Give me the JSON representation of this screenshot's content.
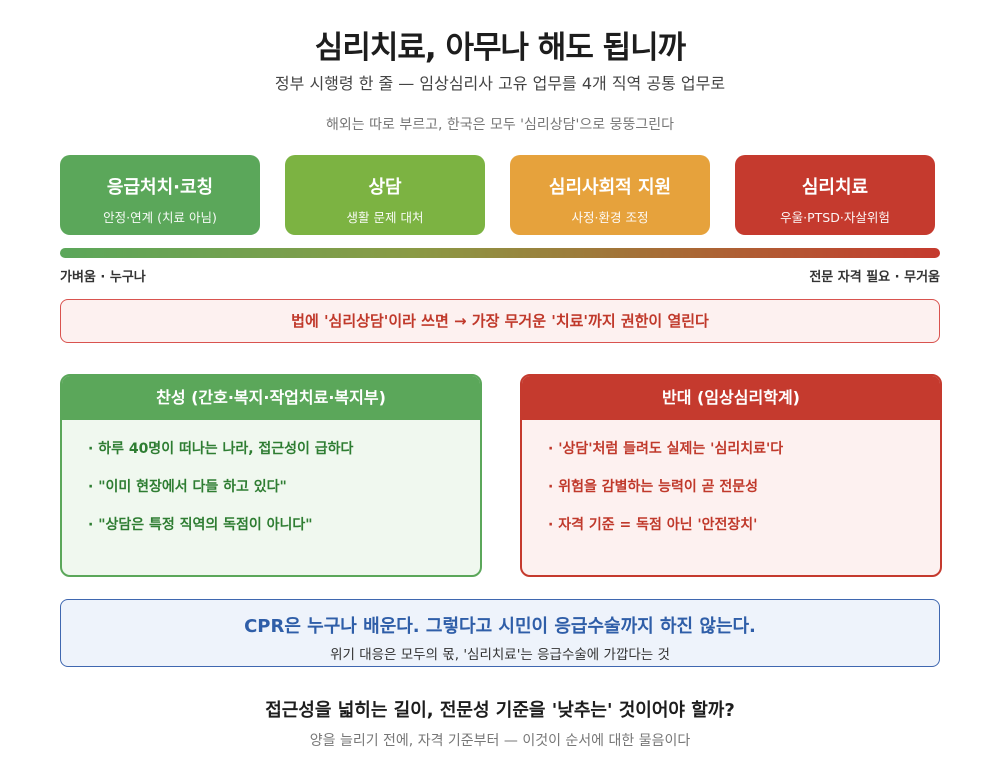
{
  "header": {
    "title": "심리치료, 아무나 해도 됩니까",
    "subtitle": "정부 시행령 한 줄 — 임상심리사 고유 업무를 4개 직역 공통 업무로",
    "note": "해외는 따로 부르고, 한국은 모두 '심리상담'으로 뭉뚱그린다"
  },
  "spectrum": {
    "cards": [
      {
        "title": "응급처치·코칭",
        "desc": "안정·연계 (치료 아님)",
        "color": "#5ba75a"
      },
      {
        "title": "상담",
        "desc": "생활 문제 대처",
        "color": "#7cb342"
      },
      {
        "title": "심리사회적 지원",
        "desc": "사정·환경 조정",
        "color": "#e6a23c"
      },
      {
        "title": "심리치료",
        "desc": "우울·PTSD·자살위험",
        "color": "#c53a2e"
      }
    ],
    "left_label": "가벼움 · 누구나",
    "right_label": "전문 자격 필요 · 무거움"
  },
  "warning": "법에 '심리상담'이라 쓰면 → 가장 무거운 '치료'까지 권한이 열린다",
  "pro": {
    "title": "찬성 (간호·복지·작업치료·복지부)",
    "items": [
      "· 하루 40명이 떠나는 나라, 접근성이 급하다",
      "· \"이미 현장에서 다들 하고 있다\"",
      "· \"상담은 특정 직역의 독점이 아니다\""
    ]
  },
  "con": {
    "title": "반대 (임상심리학계)",
    "items": [
      "· '상담'처럼 들려도 실제는 '심리치료'다",
      "· 위험을 감별하는 능력이 곧 전문성",
      "· 자격 기준 = 독점 아닌 '안전장치'"
    ]
  },
  "analogy": {
    "main": "CPR은 누구나 배운다. 그렇다고 시민이 응급수술까지 하진 않는다.",
    "sub": "위기 대응은 모두의 몫, '심리치료'는 응급수술에 가깝다는 것"
  },
  "closing": {
    "question": "접근성을 넓히는 길이, 전문성 기준을 '낮추는' 것이어야 할까?",
    "sub": "양을 늘리기 전에, 자격 기준부터 — 이것이 순서에 대한 물음이다"
  }
}
